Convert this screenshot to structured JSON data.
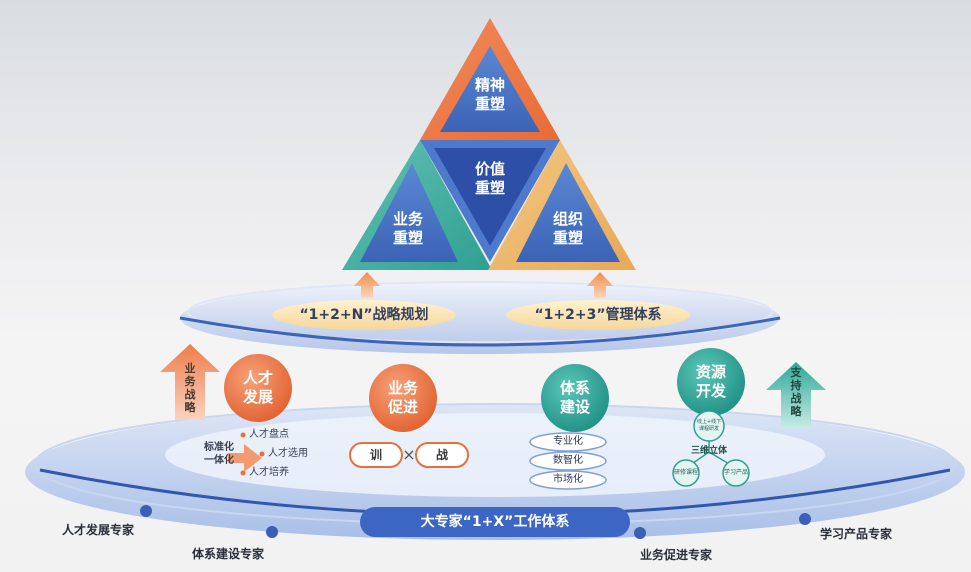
{
  "colors": {
    "orange": "#ee7440",
    "teal": "#2fa79a",
    "blue": "#3f63b8",
    "darkblue": "#2b4aa6",
    "platform": "#b9c9ea"
  },
  "pyramid": {
    "top": "精神\n重塑",
    "center": "价值\n重塑",
    "left": "业务\n重塑",
    "right": "组织\n重塑"
  },
  "middle_platform": {
    "left_label": "“1+2+N”战略规划",
    "right_label": "“1+2+3”管理体系"
  },
  "left_arrow": {
    "label": "业\n务\n战\n略"
  },
  "right_arrow": {
    "label": "支\n持\n战\n略"
  },
  "pillars": {
    "talent": {
      "title": "人才\n发展",
      "side_label": "标准化\n一体化",
      "items": [
        "人才盘点",
        "人才选用",
        "人才培养"
      ]
    },
    "business": {
      "title": "业务\n促进",
      "left_pill": "训",
      "times": "×",
      "right_pill": "战"
    },
    "system": {
      "title": "体系\n建设",
      "items": [
        "专业化",
        "数智化",
        "市场化"
      ]
    },
    "resource": {
      "title": "资源\n开发",
      "tree_top": "线上+线下\n课程研发",
      "tree_center": "三维立体",
      "tree_left": "研修课程",
      "tree_right": "学习产品"
    }
  },
  "base_label": "大专家“1+X”工作体系",
  "experts": [
    "人才发展专家",
    "体系建设专家",
    "业务促进专家",
    "学习产品专家"
  ]
}
